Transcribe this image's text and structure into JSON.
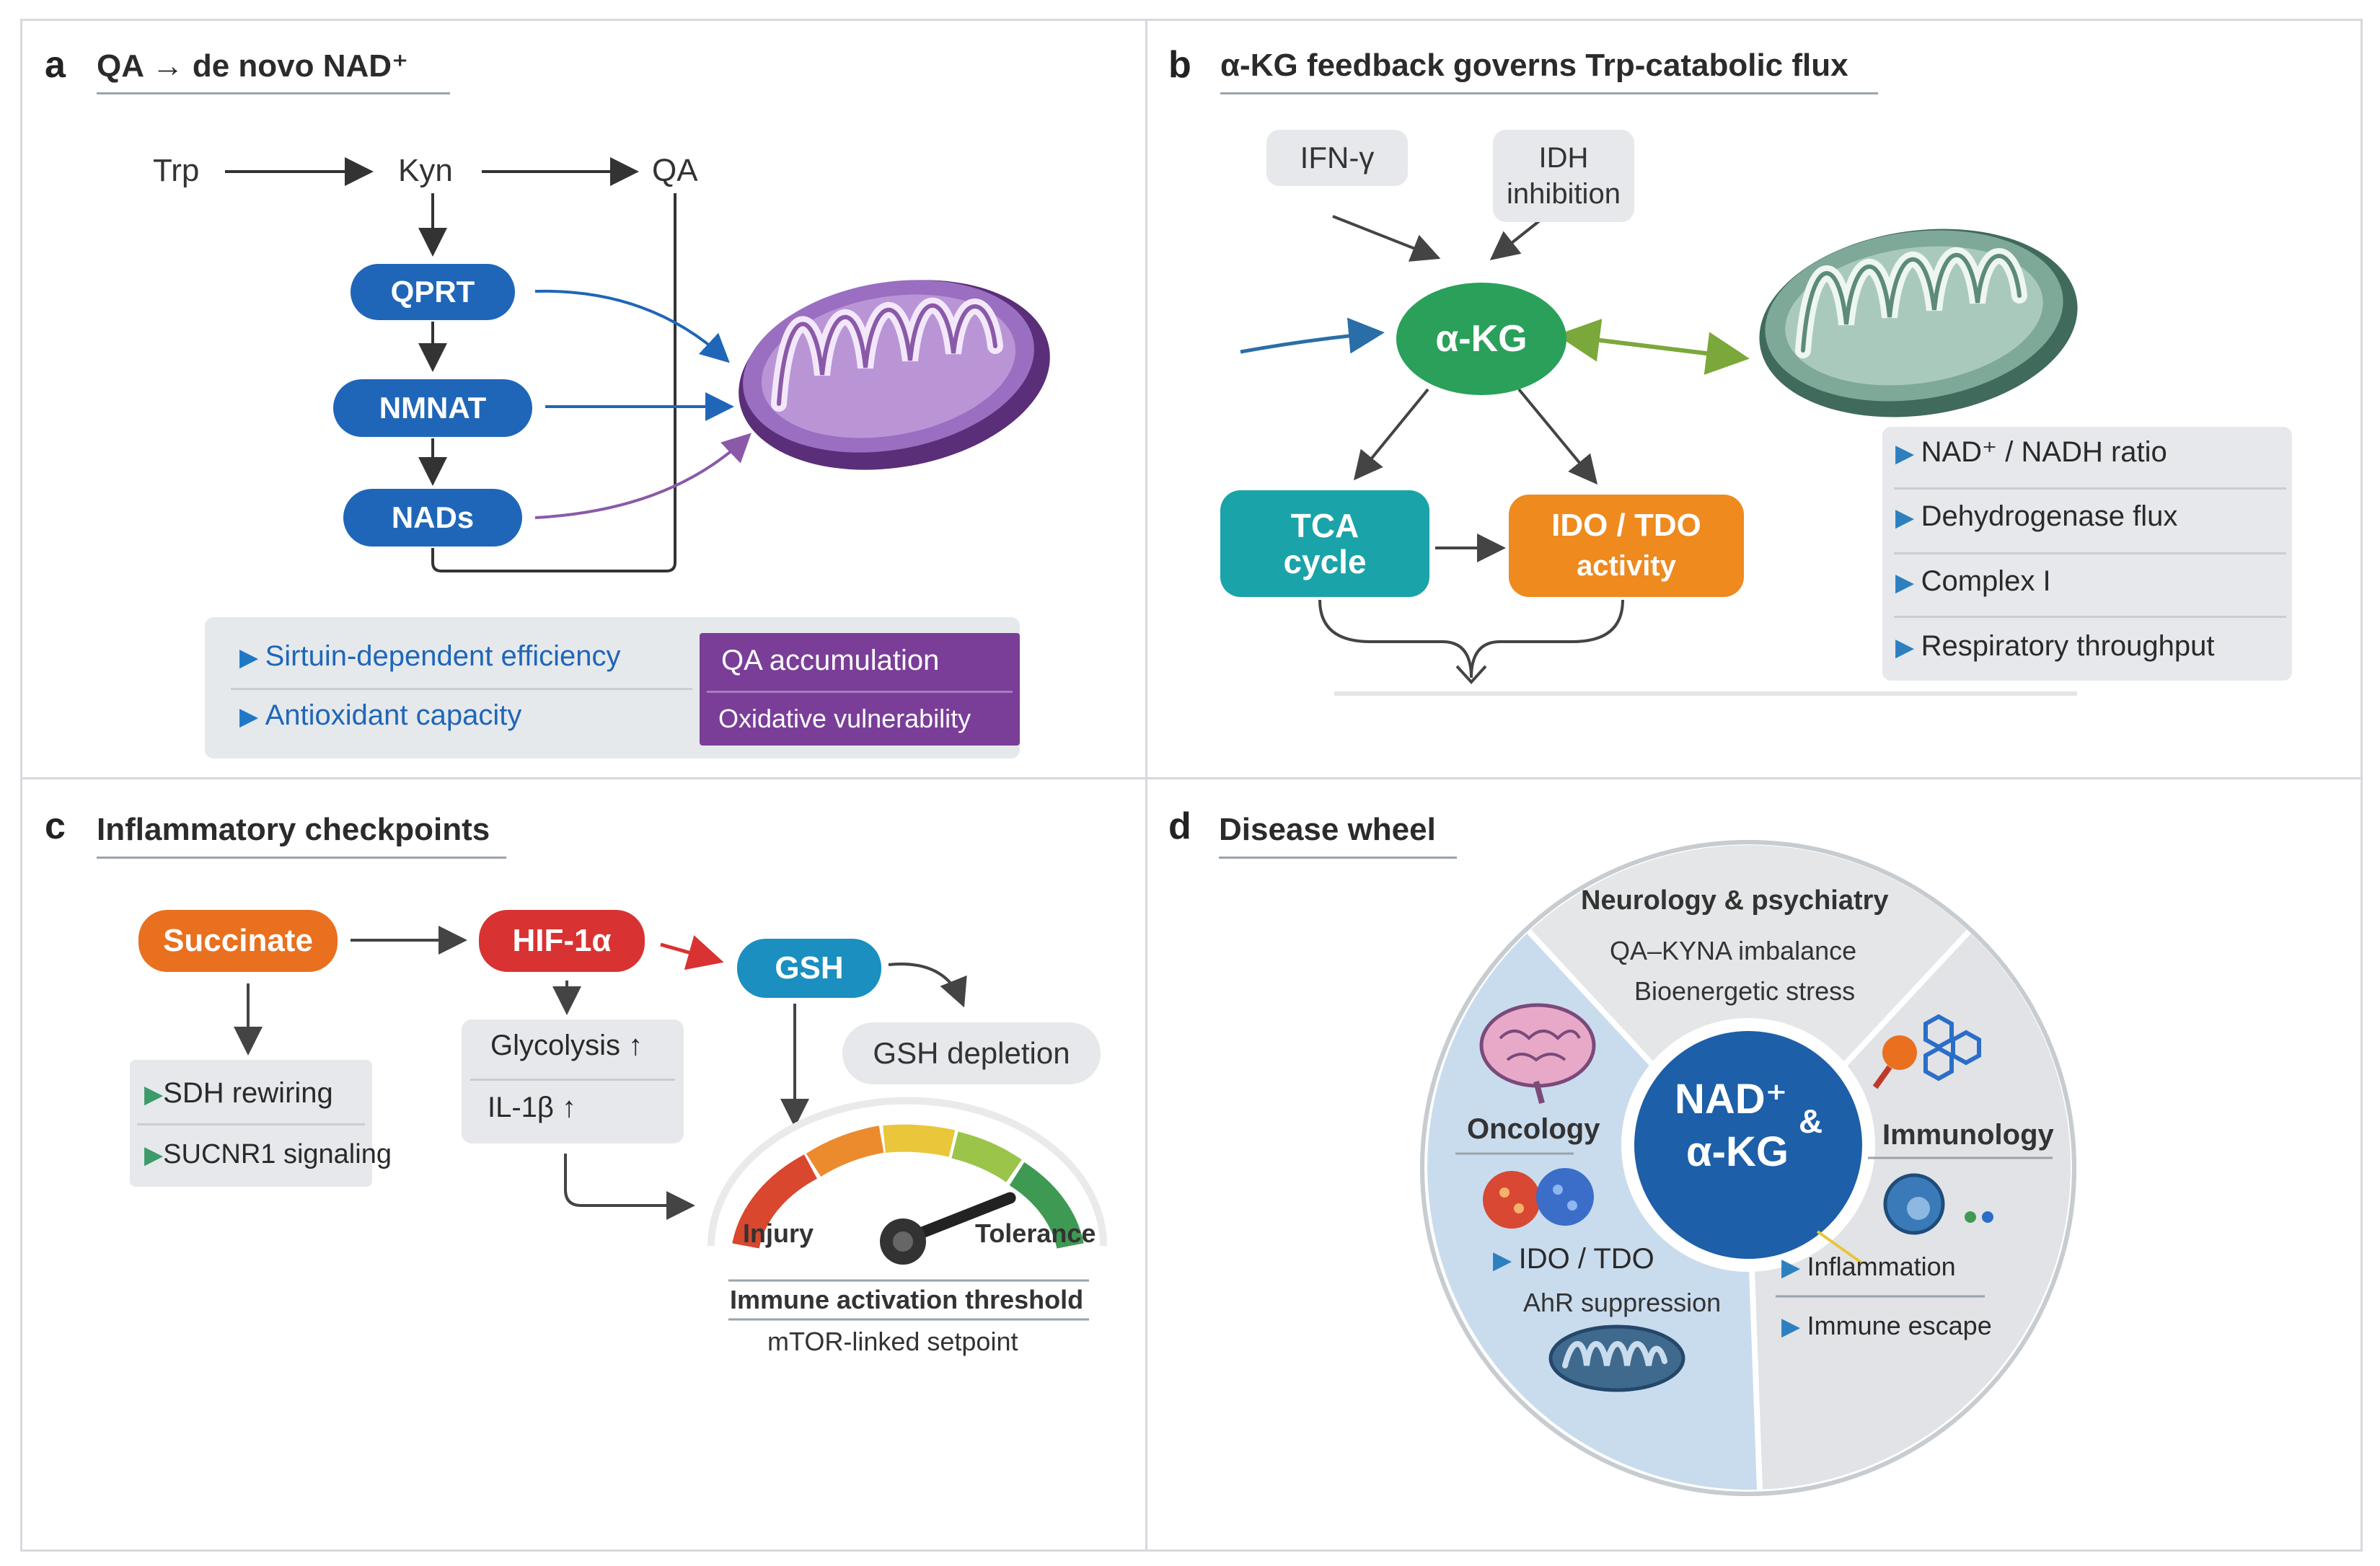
{
  "panel_a": {
    "letter": "a",
    "title": "QA → de novo NAD⁺",
    "nodes": {
      "trp": "Trp",
      "kyn": "Kyn",
      "qa": "QA"
    },
    "enzymes": [
      "QPRT",
      "NMNAT",
      "NADs"
    ],
    "list_left": [
      "Sirtuin-dependent efficiency",
      "Antioxidant capacity"
    ],
    "list_right": [
      "QA accumulation",
      "Oxidative vulnerability"
    ],
    "colors": {
      "enzyme": "#1f66b8",
      "purple": "#7a3e98",
      "mito": "#8a5aa8"
    }
  },
  "panel_b": {
    "letter": "b",
    "title": "α-KG feedback governs Trp-catabolic flux",
    "inputs": [
      "IFN-γ",
      "IDH inhibition"
    ],
    "center": "α-KG",
    "tca": [
      "TCA",
      "cycle"
    ],
    "ido": [
      "IDO / TDO",
      "activity"
    ],
    "readouts": [
      "NAD⁺ / NADH ratio",
      "Dehydrogenase flux",
      "Complex I",
      "Respiratory throughput"
    ],
    "colors": {
      "akg": "#2aa05a",
      "tca": "#1aa3a8",
      "ido": "#ee8a1e",
      "mito": "#5d8b7a"
    }
  },
  "panel_c": {
    "letter": "c",
    "title": "Inflammatory checkpoints",
    "succinate": "Succinate",
    "hif": "HIF-1α",
    "gsh": "GSH",
    "gsh_depletion": "GSH depletion",
    "succ_list": [
      "SDH rewiring",
      "SUCNR1 signaling"
    ],
    "hif_list": [
      "Glycolysis ↑",
      "IL-1β ↑"
    ],
    "gauge": {
      "left": "Injury",
      "right": "Tolerance",
      "level": 0.82
    },
    "caption": [
      "Immune activation threshold",
      "mTOR-linked setpoint"
    ],
    "colors": {
      "succinate": "#e8701f",
      "hif": "#d93232",
      "gsh": "#1a8fc0"
    }
  },
  "panel_d": {
    "letter": "d",
    "title": "Disease wheel",
    "hub": [
      "NAD⁺",
      "&",
      "α-KG"
    ],
    "top": {
      "title": "Neurology & psychiatry",
      "lines": [
        "QA–KYNA imbalance",
        "Bioenergetic stress"
      ]
    },
    "left": {
      "title": "Oncology",
      "items": [
        "IDO / TDO",
        "AhR suppression"
      ]
    },
    "right": {
      "title": "Immunology",
      "items": [
        "Inflammation",
        "Immune escape"
      ]
    },
    "colors": {
      "hub": "#1d5fa8",
      "left_sector": "#c9dcee",
      "grey_sector": "#e4e6e8"
    }
  }
}
